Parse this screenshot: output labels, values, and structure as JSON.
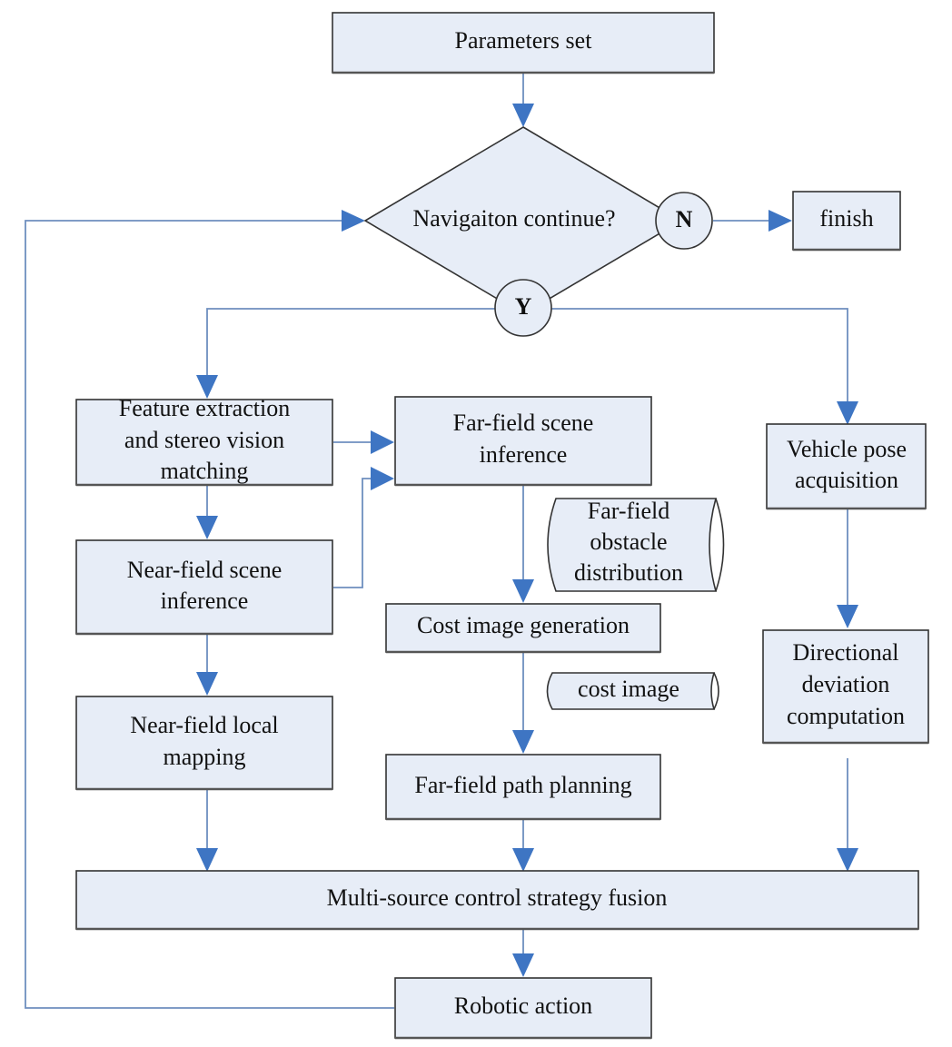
{
  "diagram": {
    "title": "",
    "nodes": {
      "parameters_set": {
        "label": "Parameters set",
        "shape": "rect"
      },
      "decision": {
        "label": "Navigaiton continue?",
        "shape": "diamond"
      },
      "no_label": {
        "label": "N",
        "shape": "circle"
      },
      "yes_label": {
        "label": "Y",
        "shape": "circle"
      },
      "finish": {
        "label": "finish",
        "shape": "rect"
      },
      "feature_extraction": {
        "lines": [
          "Feature extraction",
          "and stereo vision",
          "matching"
        ],
        "shape": "rect"
      },
      "far_field_scene": {
        "lines": [
          "Far-field scene",
          "inference"
        ],
        "shape": "rect"
      },
      "vehicle_pose": {
        "lines": [
          "Vehicle pose",
          "acquisition"
        ],
        "shape": "rect"
      },
      "far_field_obstacle": {
        "lines": [
          "Far-field",
          "obstacle",
          "distribution"
        ],
        "shape": "stored-data"
      },
      "near_field_scene": {
        "lines": [
          "Near-field scene",
          "inference"
        ],
        "shape": "rect"
      },
      "cost_image_generation": {
        "label": "Cost image generation",
        "shape": "rect"
      },
      "cost_image": {
        "label": "cost image",
        "shape": "stored-data"
      },
      "directional_deviation": {
        "lines": [
          "Directional",
          "deviation",
          "computation"
        ],
        "shape": "rect"
      },
      "near_field_mapping": {
        "lines": [
          "Near-field local",
          "mapping"
        ],
        "shape": "rect"
      },
      "far_field_path": {
        "label": "Far-field path planning",
        "shape": "rect"
      },
      "fusion": {
        "label": "Multi-source control strategy fusion",
        "shape": "rect"
      },
      "robotic_action": {
        "label": "Robotic action",
        "shape": "rect"
      }
    },
    "edges": [
      {
        "from": "parameters_set",
        "to": "decision"
      },
      {
        "from": "decision",
        "to": "finish",
        "via": "N"
      },
      {
        "from": "decision",
        "to": "feature_extraction",
        "via": "Y"
      },
      {
        "from": "decision",
        "to": "vehicle_pose",
        "via": "Y"
      },
      {
        "from": "feature_extraction",
        "to": "far_field_scene"
      },
      {
        "from": "feature_extraction",
        "to": "near_field_scene"
      },
      {
        "from": "near_field_scene",
        "to": "far_field_scene"
      },
      {
        "from": "near_field_scene",
        "to": "near_field_mapping"
      },
      {
        "from": "far_field_scene",
        "to": "cost_image_generation"
      },
      {
        "from": "cost_image_generation",
        "to": "far_field_path"
      },
      {
        "from": "vehicle_pose",
        "to": "directional_deviation"
      },
      {
        "from": "near_field_mapping",
        "to": "fusion"
      },
      {
        "from": "far_field_path",
        "to": "fusion"
      },
      {
        "from": "directional_deviation",
        "to": "fusion"
      },
      {
        "from": "fusion",
        "to": "robotic_action"
      },
      {
        "from": "robotic_action",
        "to": "decision"
      }
    ]
  }
}
